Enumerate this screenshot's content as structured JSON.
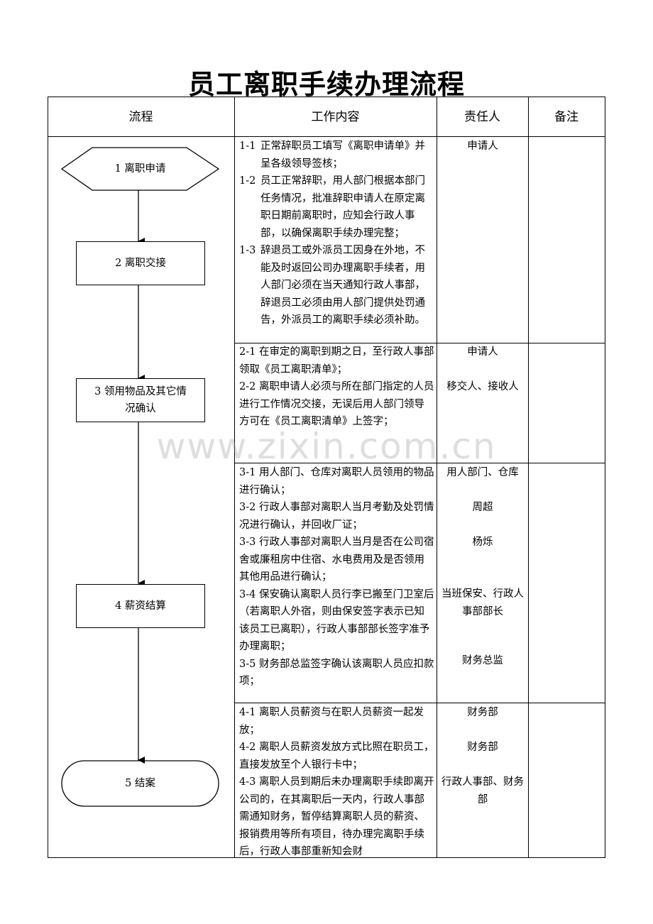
{
  "title": "员工离职手续办理流程",
  "headers": {
    "flow": "流程",
    "content": "工作内容",
    "responsible": "责任人",
    "notes": "备注"
  },
  "flow_steps": [
    {
      "label": "1  离职申请"
    },
    {
      "label": "2  离职交接"
    },
    {
      "label": "3  领用物品及其它情况确认"
    },
    {
      "label": "4  薪资结算"
    },
    {
      "label": "5  结案"
    }
  ],
  "sections": [
    {
      "items": [
        {
          "num": "1-1",
          "text": "正常辞职员工填写《离职申请单》并呈各级领导签核；"
        },
        {
          "num": "1-2",
          "text": "员工正常辞职，用人部门根据本部门任务情况，批准辞职申请人在原定离职日期前离职时，应知会行政人事部，以确保离职手续办理完整；"
        },
        {
          "num": "1-3",
          "text": "辞退员工或外派员工因身在外地，不能及时返回公司办理离职手续者，用人部门必须在当天通知行政人事部，辞退员工必须由用人部门提供处罚通告，外派员工的离职手续必须补助。"
        }
      ],
      "responsible": [
        "申请人"
      ]
    },
    {
      "items": [
        {
          "text": "2-1 在审定的离职到期之日，至行政人事部领取《员工离职清单》；"
        },
        {
          "text": "2-2 离职申请人必须与所在部门指定的人员进行工作情况交接，无误后用人部门领导方可在《员工离职清单》上签字；"
        }
      ],
      "responsible": [
        "申请人",
        "移交人、接收人"
      ]
    },
    {
      "items": [
        {
          "text": "3-1 用人部门、仓库对离职人员领用的物品进行确认；"
        },
        {
          "text": "3-2 行政人事部对离职人当月考勤及处罚情况进行确认，并回收厂证；"
        },
        {
          "text": "3-3 行政人事部对离职人当月是否在公司宿舍或廉租房中住宿、水电费用及是否领用其他用品进行确认；"
        },
        {
          "text": "3-4 保安确认离职人员行李已搬至门卫室后（若离职人外宿，则由保安签字表示已知该员工已离职），行政人事部部长签字准予办理离职；"
        },
        {
          "text": "3-5 财务部总监签字确认该离职人员应扣款项；"
        }
      ],
      "responsible": [
        "用人部门、仓库",
        "周超",
        "杨烁",
        "当班保安、行政人事部部长",
        "财务总监"
      ]
    },
    {
      "items": [
        {
          "text": "4-1 离职人员薪资与在职人员薪资一起发放；"
        },
        {
          "text": "4-2 离职人员薪资发放方式比照在职员工，直接发放至个人银行卡中；"
        },
        {
          "text": "4-3 离职人员到期后未办理离职手续即离开公司的，在其离职后一天内，行政人事部需通知财务，暂停结算离职人员的薪资、报销费用等所有项目，待办理完离职手续后，行政人事部重新知会财"
        }
      ],
      "responsible": [
        "财务部",
        "财务部",
        "行政人事部、财务部"
      ]
    }
  ],
  "watermark": "www.zixin.com.cn"
}
